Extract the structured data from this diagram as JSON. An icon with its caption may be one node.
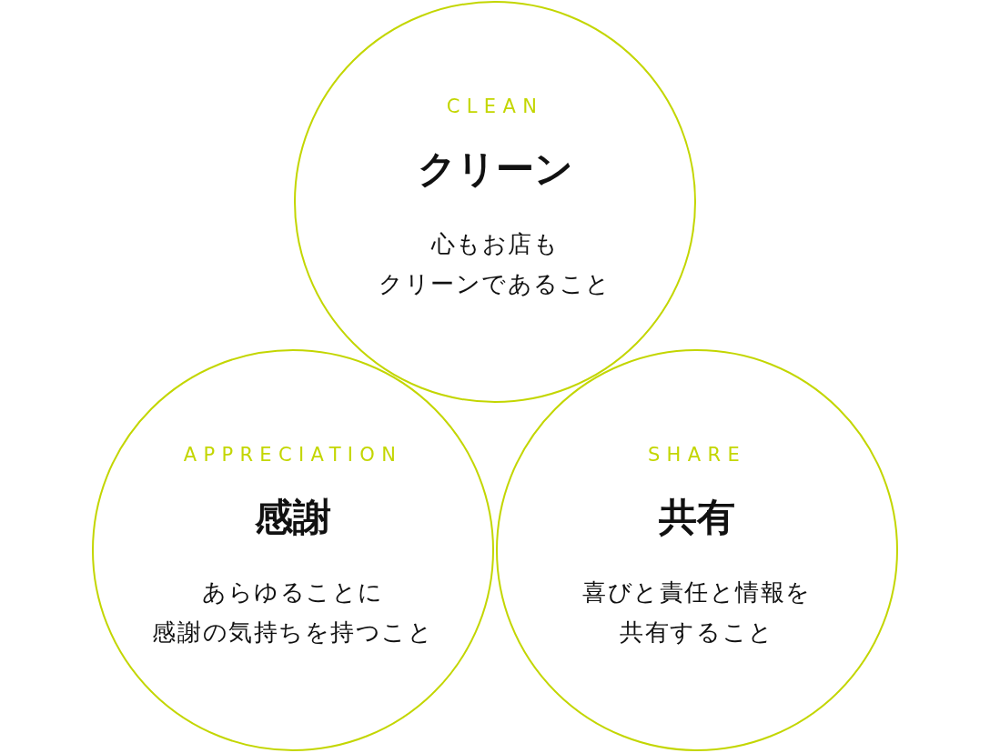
{
  "diagram": {
    "nodes": [
      {
        "text": [
          "CLEAN",
          "クリーン",
          "心もお店もクリーンであること"
        ]
      },
      {
        "text": [
          "APPRECIATION",
          "感謝",
          "あらゆることに感謝の気持ちを持つこと"
        ]
      },
      {
        "text": [
          "SHARE",
          "共有",
          "喜びと責任と情報を共有すること"
        ]
      }
    ]
  }
}
